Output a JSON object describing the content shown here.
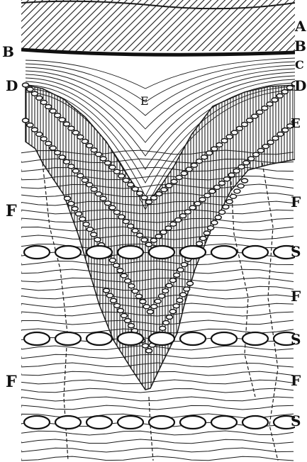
{
  "figure": {
    "labels": {
      "A": "A",
      "B_left": "B",
      "B_right": "B",
      "C": "C",
      "D_left": "D",
      "D_right": "D",
      "E_center": "E",
      "E_right": "E",
      "F_left_1": "F",
      "F_right_1": "F",
      "F_right_2": "F",
      "F_left_2": "F",
      "F_right_3": "F",
      "S_1": "S",
      "S_2": "S",
      "S_3": "S"
    },
    "colors": {
      "ink": "#1a1a1a",
      "paper": "#ffffff"
    }
  }
}
